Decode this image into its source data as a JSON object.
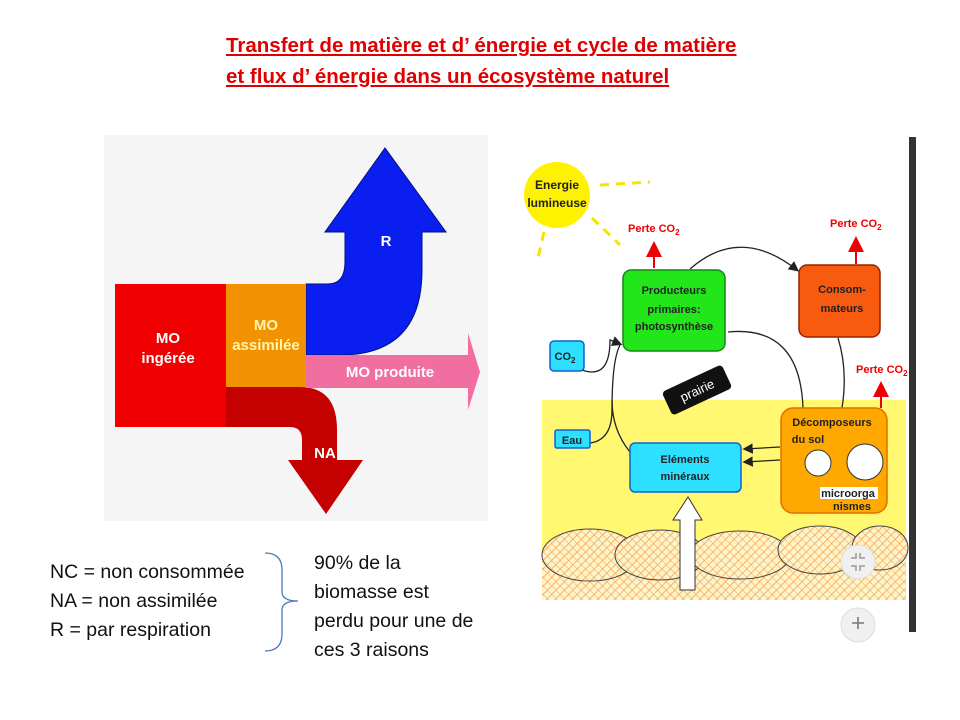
{
  "title": {
    "line1": "Transfert de matière et d’ énergie et cycle de matière",
    "line2": "et flux d’ énergie dans un écosystème naturel"
  },
  "flow_diagram": {
    "mo_ingeree": [
      "MO",
      "ingérée"
    ],
    "mo_assimilee": [
      "MO",
      "assimilée"
    ],
    "r": "R",
    "mo_produite": "MO produite",
    "na": "NA"
  },
  "ecosystem_diagram": {
    "sun": [
      "Energie",
      "lumineuse"
    ],
    "perte_co2_1": "Perte CO",
    "perte_co2_2": "Perte CO",
    "perte_co2_3": "Perte CO",
    "subscript": "2",
    "producteurs": [
      "Producteurs",
      "primaires:",
      "photosynthèse"
    ],
    "consommateurs": [
      "Consom-",
      "mateurs"
    ],
    "co2": "CO",
    "eau": "Eau",
    "prairie": "prairie",
    "elements": [
      "Eléments",
      "minéraux"
    ],
    "decomposeurs": [
      "Décomposeurs",
      "du sol"
    ],
    "microorganismes": [
      "microorga",
      "nismes"
    ]
  },
  "legend": [
    "NC = non consommée",
    "NA = non assimilée",
    "R = par respiration"
  ],
  "note": [
    "90% de la",
    "biomasse est",
    "perdu pour une de",
    "ces 3 raisons"
  ]
}
